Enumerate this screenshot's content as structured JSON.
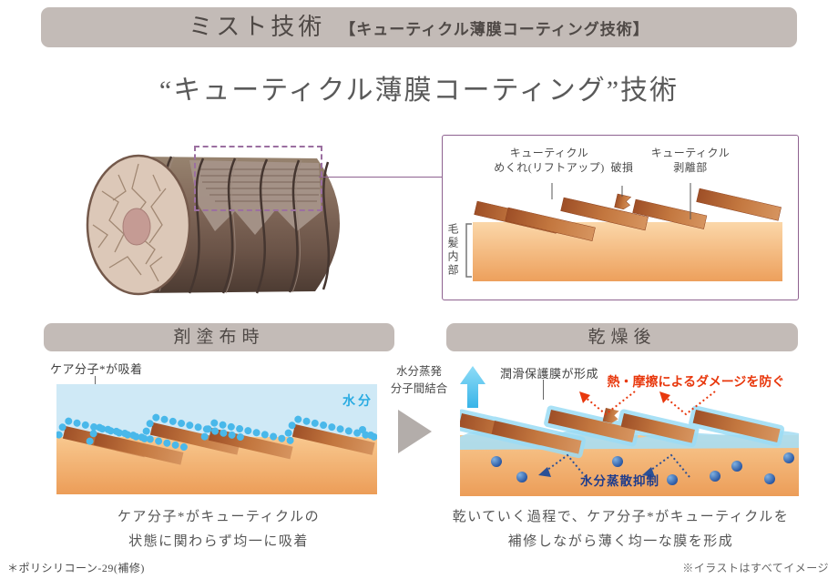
{
  "header": {
    "title": "ミスト技術",
    "subtitle": "【キューティクル薄膜コーティング技術】"
  },
  "main_title": "“キューティクル薄膜コーティング”技術",
  "hair_figure": {
    "detail_box": {
      "lift_line1": "キューティクル",
      "lift_line2": "めくれ(リフトアップ)",
      "damage": "破損",
      "peel_line1": "キューティクル",
      "peel_line2": "剥離部",
      "inner": "毛髪内部"
    }
  },
  "applied_section": {
    "header": "剤塗布時",
    "adsorb_label": "ケア分子*が吸着",
    "water_label": "水分",
    "caption_line1": "ケア分子*がキューティクルの",
    "caption_line2": "状態に関わらず均一に吸着"
  },
  "transition": {
    "line1": "水分蒸発",
    "line2": "分子間結合"
  },
  "dried_section": {
    "header": "乾燥後",
    "film_label": "潤滑保護膜が形成",
    "heat_label": "熱・摩擦によるダメージを防ぐ",
    "moisture_label": "水分蒸散抑制",
    "caption_line1": "乾いていく過程で、ケア分子*がキューティクルを",
    "caption_line2": "補修しながら薄く均一な膜を形成"
  },
  "footer": {
    "left": "＊ポリシリコーン-29(補修)",
    "right": "※イラストはすべてイメージ"
  },
  "colors": {
    "bar_bg": "#c3bbb7",
    "accent_purple": "#8e6290",
    "cuticle_copper": "#b85c2e",
    "hair_inner_orange": "#f0a35f",
    "water_blue": "#cfe9f6",
    "care_molecule_cyan": "#49b8ea",
    "water_molecule_navy": "#2b5fad",
    "alert_red": "#e8380d",
    "navy_text": "#1e3c8c"
  }
}
